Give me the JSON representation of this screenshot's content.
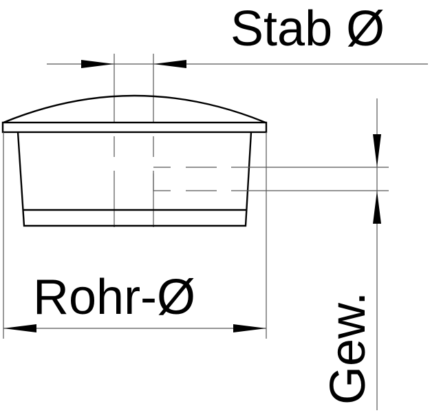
{
  "drawing": {
    "labels": {
      "rod_diameter": "Stab Ø",
      "tube_diameter": "Rohr-Ø",
      "thread": "Gew."
    },
    "colors": {
      "line": "#000000",
      "aux_line": "#555555",
      "background": "#ffffff"
    }
  }
}
